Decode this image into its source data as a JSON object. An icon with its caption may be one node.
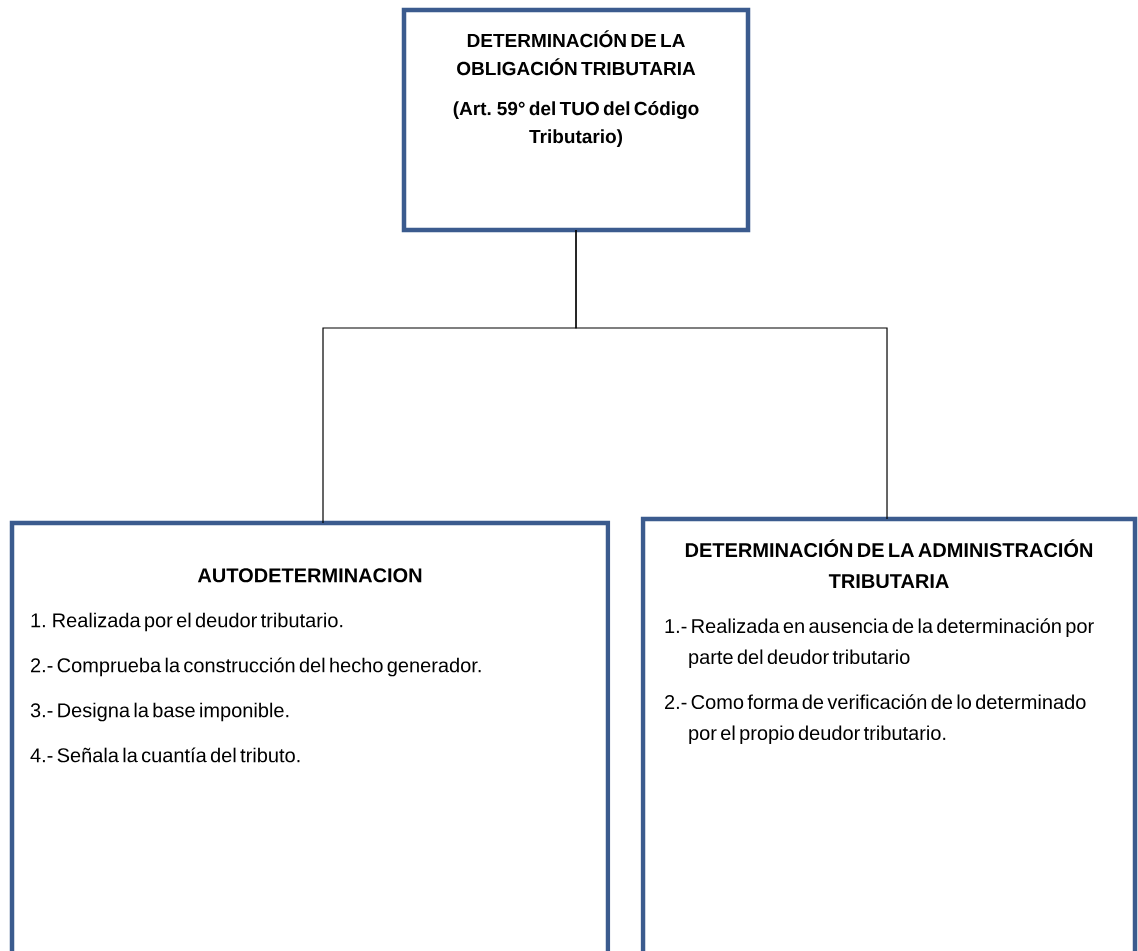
{
  "diagram": {
    "nodes": [
      {
        "text": [
          "DETERMINACIÓN DE LA OBLIGACIÓN TRIBUTARIA",
          "(Art. 59° del TUO del Código Tributario)"
        ]
      },
      {
        "text": [
          "AUTODETERMINACION",
          "1.  Realizada por el deudor tributario.",
          "2.- Comprueba la construcción del hecho generador.",
          "3.- Designa la base imponible.",
          "4.- Señala la cuantía del tributo."
        ]
      },
      {
        "text": [
          "DETERMINACIÓN DE LA ADMINISTRACIÓN TRIBUTARIA",
          "1.- Realizada en ausencia de la determinación por parte del deudor tributario",
          "2.- Como forma de verificación de lo determinado por el propio deudor tributario."
        ]
      }
    ],
    "edges": [
      {
        "from": 0,
        "to": 1,
        "arrow": "none"
      },
      {
        "from": 0,
        "to": 2,
        "arrow": "none"
      }
    ]
  }
}
